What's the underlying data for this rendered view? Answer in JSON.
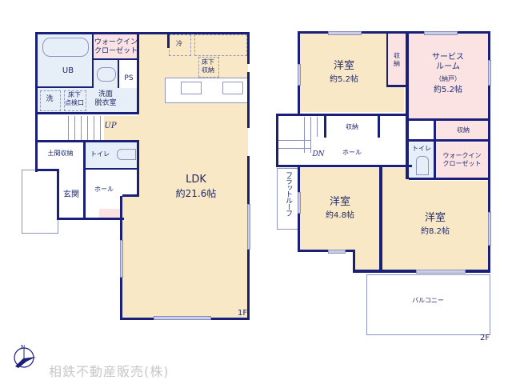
{
  "floor1": {
    "label": "1F",
    "rooms": {
      "walkin_closet": "ウォークイン\nクローゼット",
      "ub": "UB",
      "ps": "PS",
      "washing_machine": "洗",
      "underfloor_inspection": "床下\n点検口",
      "washroom": "洗面\n脱衣室",
      "fridge": "冷",
      "underfloor_storage": "床下\n収納",
      "stairs_up": "UP",
      "entrance_storage": "土間収納",
      "toilet": "トイレ",
      "entrance": "玄関",
      "hall": "ホール",
      "ldk_name": "LDK",
      "ldk_size": "約21.6帖"
    }
  },
  "floor2": {
    "label": "2F",
    "rooms": {
      "western1_name": "洋室",
      "western1_size": "約5.2帖",
      "storage_a": "収\n納",
      "service_room_name": "サービス\nルーム",
      "service_room_sub": "（納戸）",
      "service_room_size": "約5.2帖",
      "storage_b": "収納",
      "storage_c": "収納",
      "stairs_down": "DN",
      "hall": "ホール",
      "toilet": "トイレ",
      "walkin_closet": "ウォークイン\nクローゼット",
      "flat_roof": "フラットルーフ",
      "western2_name": "洋室",
      "western2_size": "約4.8帖",
      "western3_name": "洋室",
      "western3_size": "約8.2帖",
      "balcony": "バルコニー"
    }
  },
  "compass": {
    "label": "N"
  },
  "company": "相鉄不動産販売(株)",
  "colors": {
    "wall": "#1a1f7a",
    "living": "#f9e8c6",
    "storage": "#fbe3e3",
    "wet": "#e6eef8",
    "company_text": "#c8c8c8"
  }
}
